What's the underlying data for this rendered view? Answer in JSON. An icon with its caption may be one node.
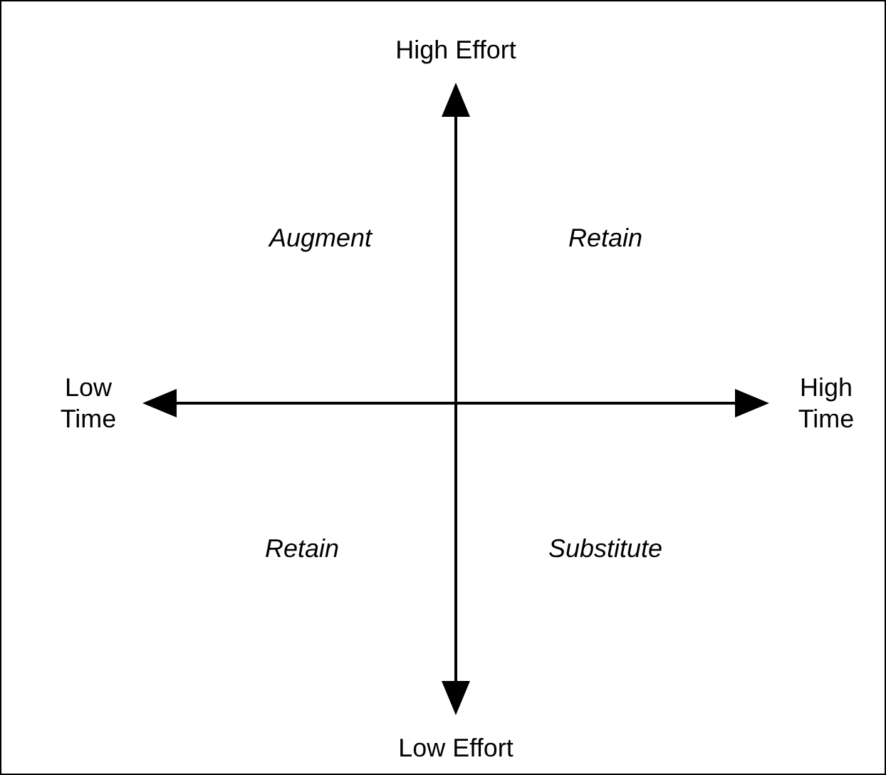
{
  "diagram": {
    "labels": [
      "High Effort",
      "Augment",
      "Retain",
      "Low Time",
      "High Time",
      "Retain",
      "Substitute",
      "Low Effort"
    ]
  }
}
